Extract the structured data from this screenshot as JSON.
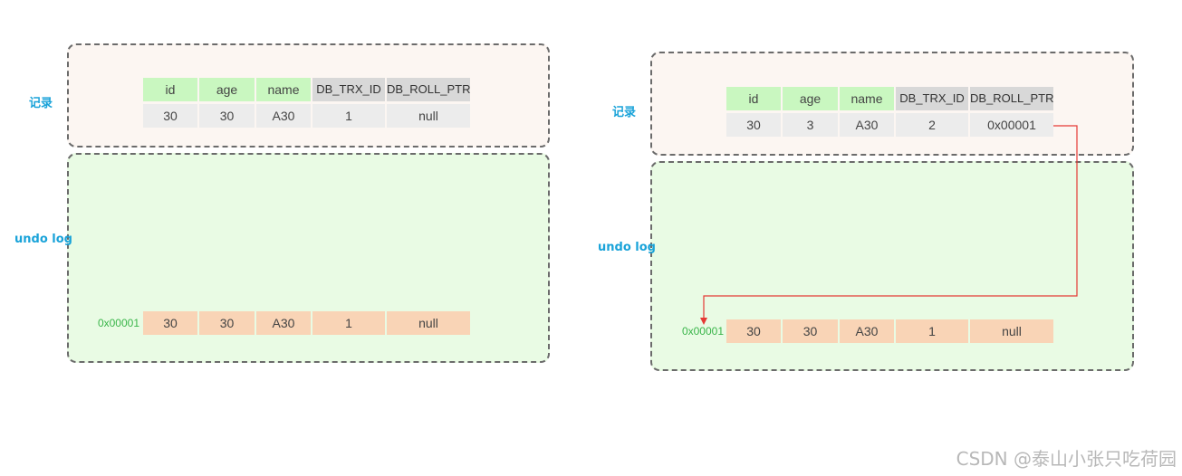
{
  "labels": {
    "record": "记录",
    "undo": "undo log"
  },
  "columns": [
    "id",
    "age",
    "name",
    "DB_TRX_ID",
    "DB_ROLL_PTR"
  ],
  "left": {
    "record": [
      "30",
      "30",
      "A30",
      "1",
      "null"
    ],
    "undo_address": "0x00001",
    "undo_row": [
      "30",
      "30",
      "A30",
      "1",
      "null"
    ]
  },
  "right": {
    "record": [
      "30",
      "3",
      "A30",
      "2",
      "0x00001"
    ],
    "undo_address": "0x00001",
    "undo_row": [
      "30",
      "30",
      "A30",
      "1",
      "null"
    ]
  },
  "colors": {
    "header_green": "#c9f7c0",
    "header_gray": "#d8d8d8",
    "value_gray": "#ececec",
    "undo_orange": "#f9d4b6",
    "arrow_red": "#e53935",
    "label_blue": "#1aa3d9",
    "address_green": "#3ab54a"
  },
  "watermark": "CSDN @泰山小张只吃荷园"
}
